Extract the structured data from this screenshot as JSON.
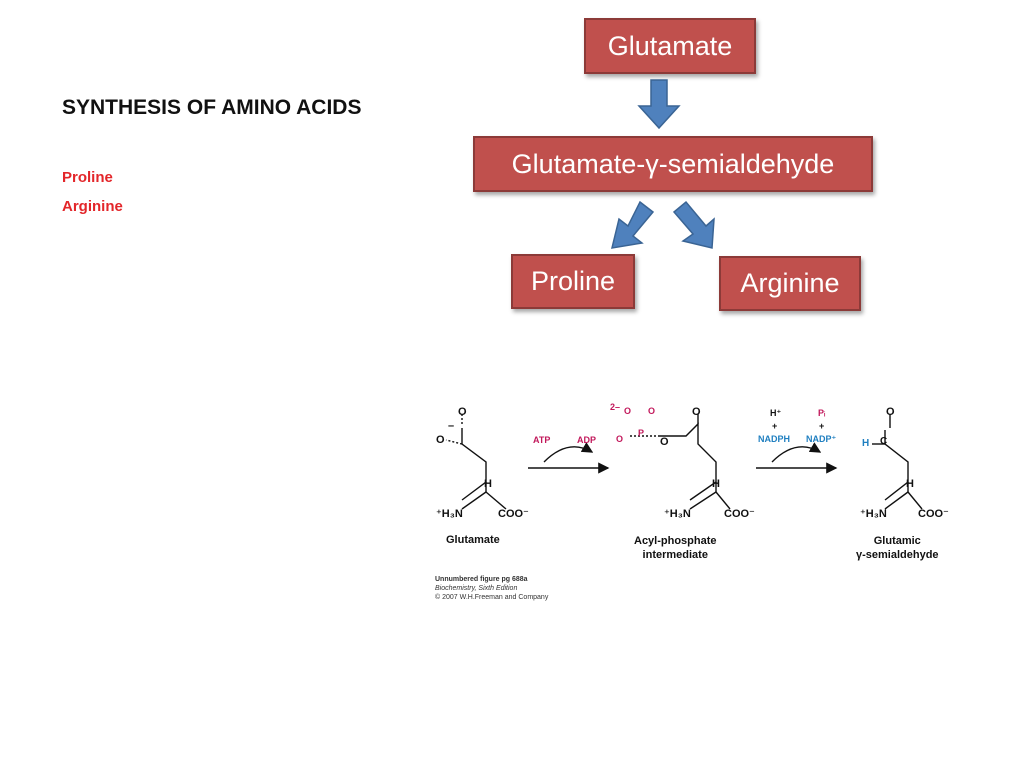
{
  "slide": {
    "title": "SYNTHESIS OF AMINO ACIDS",
    "subitems": [
      "Proline",
      "Arginine"
    ]
  },
  "flow": {
    "top": "Glutamate",
    "middle": "Glutamate-γ-semialdehyde",
    "left": "Proline",
    "right": "Arginine"
  },
  "figure": {
    "molecules": [
      "Glutamate",
      "Acyl-phosphate\nintermediate",
      "Glutamic\nγ-semialdehyde"
    ],
    "step1": {
      "in": "ATP",
      "out": "ADP"
    },
    "step2": {
      "in_top": "H⁺",
      "in_plus": "+",
      "in_bottom": "NADPH",
      "out_top": "Pᵢ",
      "out_plus": "+",
      "out_bottom": "NADP⁺"
    },
    "caption": [
      "Unnumbered figure pg 688a",
      "Biochemistry, Sixth Edition",
      "© 2007 W.H.Freeman and Company"
    ]
  },
  "colors": {
    "box_fill": "#c0504d",
    "arrow_fill": "#4f81bd",
    "subitem": "#e3262a"
  }
}
